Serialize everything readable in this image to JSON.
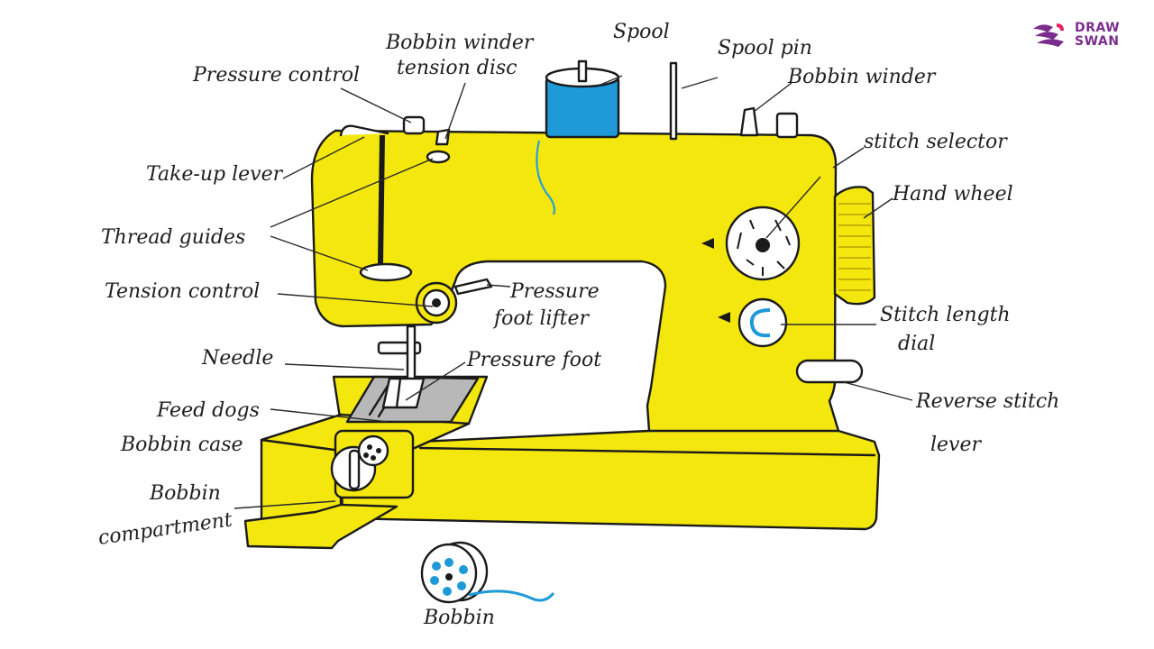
{
  "brand": {
    "line1": "DRAW",
    "line2": "SWAN",
    "logo_icon": "swan-logo-icon",
    "color": "#7b2d8e"
  },
  "colors": {
    "body": "#f4e70d",
    "spool": "#1e9ad8",
    "outline": "#1a1a1a",
    "plate": "#b8b8b8",
    "thread": "#2a9fd6"
  },
  "labels": {
    "pressure_control": "Pressure control",
    "bobbin_winder_tension_disc_1": "Bobbin winder",
    "bobbin_winder_tension_disc_2": "tension disc",
    "spool": "Spool",
    "spool_pin": "Spool pin",
    "bobbin_winder": "Bobbin winder",
    "stitch_selector": "stitch selector",
    "hand_wheel": "Hand wheel",
    "take_up_lever": "Take-up lever",
    "thread_guides": "Thread guides",
    "tension_control": "Tension control",
    "pressure_foot_lifter_1": "Pressure",
    "pressure_foot_lifter_2": "foot lifter",
    "stitch_length_dial_1": "Stitch length",
    "stitch_length_dial_2": "dial",
    "needle": "Needle",
    "pressure_foot": "Pressure foot",
    "reverse_stitch_lever_1": "Reverse stitch",
    "reverse_stitch_lever_2": "lever",
    "feed_dogs": "Feed dogs",
    "bobbin_case": "Bobbin case",
    "bobbin_compartment_1": "Bobbin",
    "bobbin_compartment_2": "compartment",
    "bobbin": "Bobbin"
  }
}
